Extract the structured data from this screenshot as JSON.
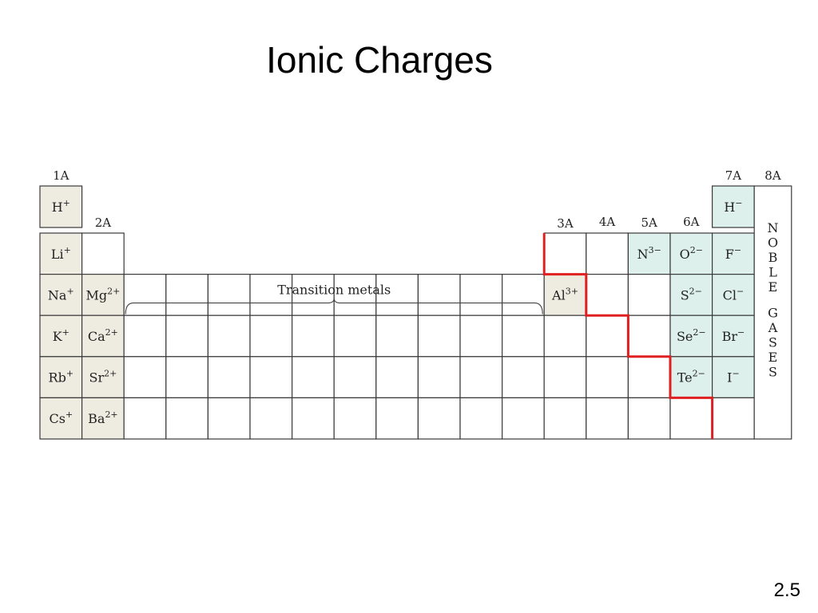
{
  "slide": {
    "title": "Ionic Charges",
    "number": "2.5"
  },
  "table": {
    "groups": {
      "g1": "1A",
      "g2": "2A",
      "g13": "3A",
      "g14": "4A",
      "g15": "5A",
      "g16": "6A",
      "g17": "7A",
      "g18": "8A"
    },
    "transition_label": "Transition metals",
    "noble_label": "NOBLE GASES",
    "colors": {
      "cation_fill": "#eeece1",
      "anion_fill": "#ddf0ec",
      "staircase": "#e02020",
      "grid": "#3a3a3a"
    },
    "ions": [
      {
        "col": 1,
        "row": 1,
        "symbol": "H",
        "charge": "+",
        "kind": "cation"
      },
      {
        "col": 17,
        "row": 1,
        "symbol": "H",
        "charge": "−",
        "kind": "anion"
      },
      {
        "col": 1,
        "row": 2,
        "symbol": "Li",
        "charge": "+",
        "kind": "cation"
      },
      {
        "col": 1,
        "row": 3,
        "symbol": "Na",
        "charge": "+",
        "kind": "cation"
      },
      {
        "col": 2,
        "row": 3,
        "symbol": "Mg",
        "charge": "2+",
        "kind": "cation"
      },
      {
        "col": 1,
        "row": 4,
        "symbol": "K",
        "charge": "+",
        "kind": "cation"
      },
      {
        "col": 2,
        "row": 4,
        "symbol": "Ca",
        "charge": "2+",
        "kind": "cation"
      },
      {
        "col": 1,
        "row": 5,
        "symbol": "Rb",
        "charge": "+",
        "kind": "cation"
      },
      {
        "col": 2,
        "row": 5,
        "symbol": "Sr",
        "charge": "2+",
        "kind": "cation"
      },
      {
        "col": 1,
        "row": 6,
        "symbol": "Cs",
        "charge": "+",
        "kind": "cation"
      },
      {
        "col": 2,
        "row": 6,
        "symbol": "Ba",
        "charge": "2+",
        "kind": "cation"
      },
      {
        "col": 13,
        "row": 3,
        "symbol": "Al",
        "charge": "3+",
        "kind": "cation"
      },
      {
        "col": 15,
        "row": 2,
        "symbol": "N",
        "charge": "3−",
        "kind": "anion"
      },
      {
        "col": 16,
        "row": 2,
        "symbol": "O",
        "charge": "2−",
        "kind": "anion"
      },
      {
        "col": 17,
        "row": 2,
        "symbol": "F",
        "charge": "−",
        "kind": "anion"
      },
      {
        "col": 16,
        "row": 3,
        "symbol": "S",
        "charge": "2−",
        "kind": "anion"
      },
      {
        "col": 17,
        "row": 3,
        "symbol": "Cl",
        "charge": "−",
        "kind": "anion"
      },
      {
        "col": 16,
        "row": 4,
        "symbol": "Se",
        "charge": "2−",
        "kind": "anion"
      },
      {
        "col": 17,
        "row": 4,
        "symbol": "Br",
        "charge": "−",
        "kind": "anion"
      },
      {
        "col": 16,
        "row": 5,
        "symbol": "Te",
        "charge": "2−",
        "kind": "anion"
      },
      {
        "col": 17,
        "row": 5,
        "symbol": "I",
        "charge": "−",
        "kind": "anion"
      }
    ]
  }
}
